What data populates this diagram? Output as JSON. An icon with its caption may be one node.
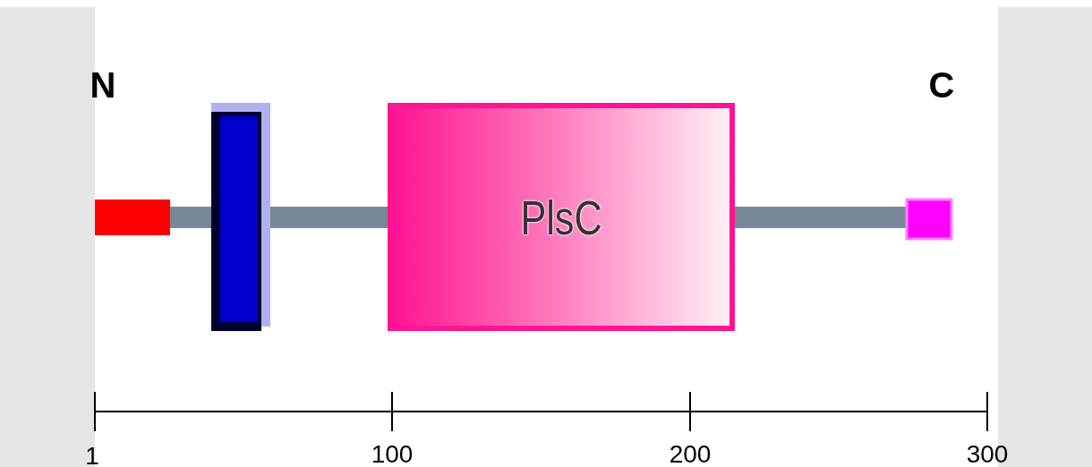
{
  "diagram": {
    "nodes": [
      {
        "text": [
          "PlsC"
        ]
      }
    ],
    "labels": [
      "N",
      "C",
      "1",
      "100",
      "200",
      "300"
    ]
  }
}
